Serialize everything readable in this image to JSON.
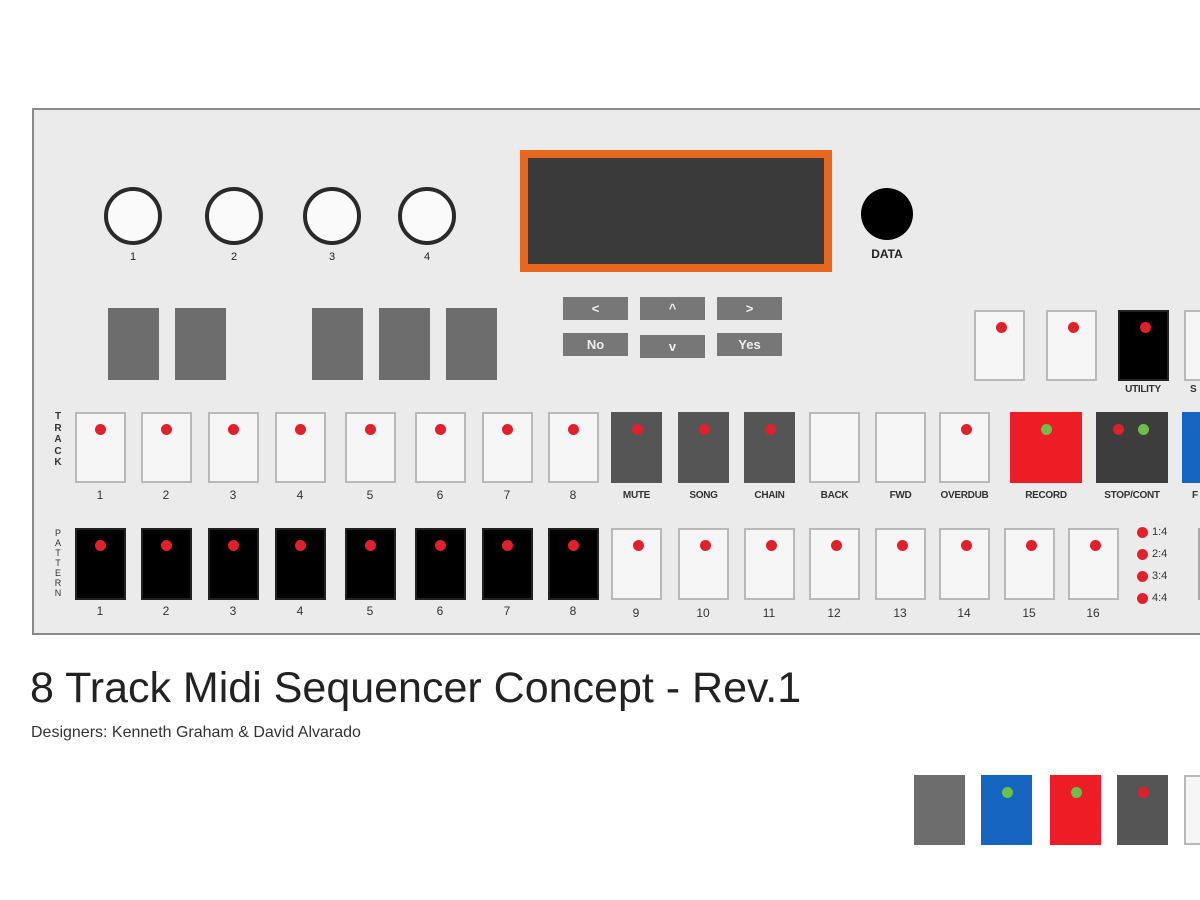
{
  "knobs": [
    "1",
    "2",
    "3",
    "4"
  ],
  "data_knob_label": "DATA",
  "nav": {
    "left": "<",
    "up": "^",
    "right": ">",
    "no": "No",
    "down": "v",
    "yes": "Yes"
  },
  "utility_row": [
    {
      "label": ""
    },
    {
      "label": ""
    },
    {
      "label": "UTILITY"
    },
    {
      "label": "S"
    }
  ],
  "track_label": "TRACK",
  "pattern_label": "PATTERN",
  "track_buttons": [
    "1",
    "2",
    "3",
    "4",
    "5",
    "6",
    "7",
    "8"
  ],
  "function_buttons": [
    "MUTE",
    "SONG",
    "CHAIN",
    "BACK",
    "FWD",
    "OVERDUB",
    "RECORD",
    "STOP/CONT",
    "F"
  ],
  "pattern_buttons": [
    "1",
    "2",
    "3",
    "4",
    "5",
    "6",
    "7",
    "8",
    "9",
    "10",
    "11",
    "12",
    "13",
    "14",
    "15",
    "16"
  ],
  "meter": [
    "1:4",
    "2:4",
    "3:4",
    "4:4"
  ],
  "title": "8 Track Midi Sequencer Concept - Rev.1",
  "subtitle": "Designers: Kenneth Graham & David Alvarado",
  "colors": {
    "panel": "#ebebeb",
    "display_border": "#e8671e",
    "display": "#3a3a3a",
    "led_red": "#e0202a",
    "led_green": "#6cbf4a",
    "record": "#ee1c24",
    "blue": "#1565c0"
  }
}
